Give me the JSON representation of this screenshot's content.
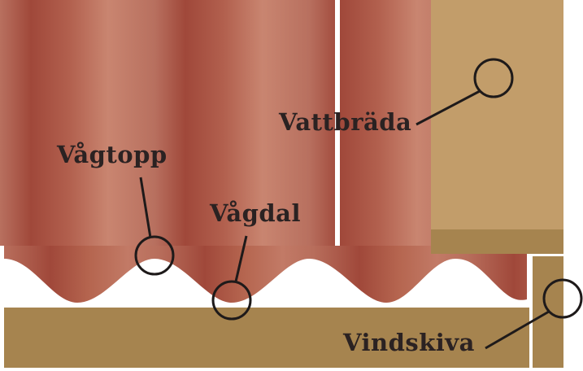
{
  "labels": {
    "vattbrada": "Vattbräda",
    "vagtopp": "Vågtopp",
    "vagdal": "Vågdal",
    "vindskiva": "Vindskiva"
  },
  "colors": {
    "roof_dark": "#a0483a",
    "roof_light": "#c98570",
    "board_light": "#c29d6a",
    "board_dark": "#a6844f",
    "line": "#1e1a1a"
  }
}
